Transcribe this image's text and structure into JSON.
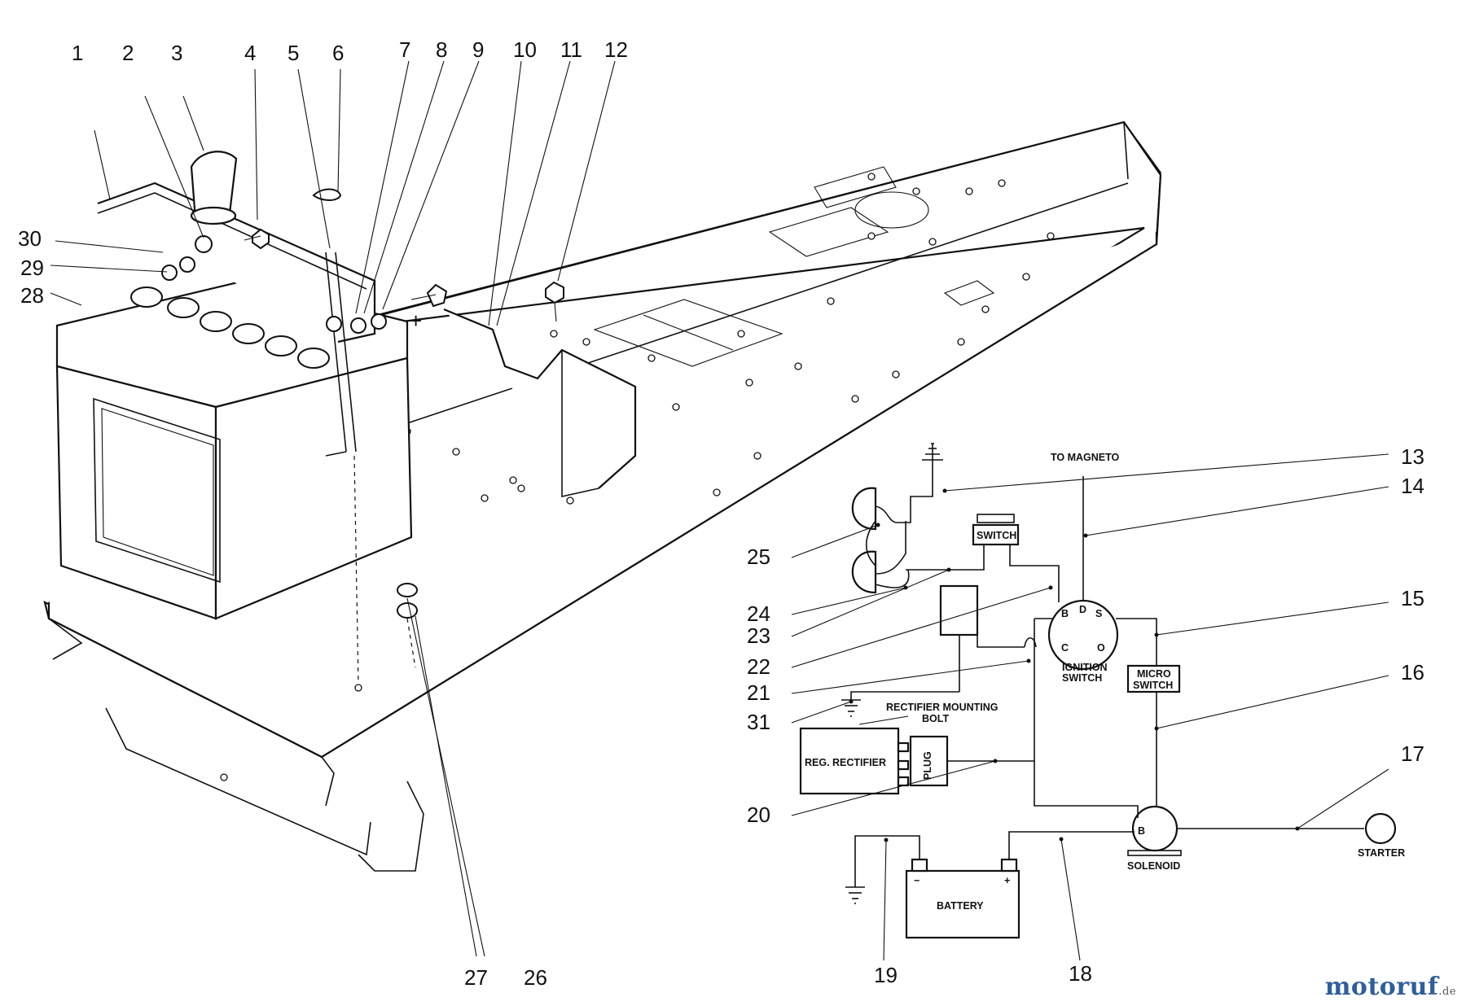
{
  "callouts": [
    "1",
    "2",
    "3",
    "4",
    "5",
    "6",
    "7",
    "8",
    "9",
    "10",
    "11",
    "12",
    "13",
    "14",
    "15",
    "16",
    "17",
    "18",
    "19",
    "20",
    "21",
    "22",
    "23",
    "24",
    "25",
    "26",
    "27",
    "28",
    "29",
    "30",
    "31"
  ],
  "schematic": {
    "to_magneto": "TO MAGNETO",
    "switch": "SWITCH",
    "ignition_switch": [
      "IGNITION",
      "SWITCH"
    ],
    "micro_switch": [
      "MICRO",
      "SWITCH"
    ],
    "rectifier_bolt": [
      "RECTIFIER MOUNTING",
      "BOLT"
    ],
    "reg_rectifier": "REG. RECTIFIER",
    "plug": "PLUG",
    "solenoid": "SOLENOID",
    "starter": "STARTER",
    "battery": "BATTERY",
    "terminals": {
      "b": "B",
      "d": "D",
      "s": "S",
      "c": "C",
      "o": "O"
    },
    "battery_polarity": {
      "neg": "−",
      "pos": "+"
    },
    "frame_plus": "+"
  },
  "watermark": {
    "brand": "motoruf",
    "tld": ".de"
  }
}
